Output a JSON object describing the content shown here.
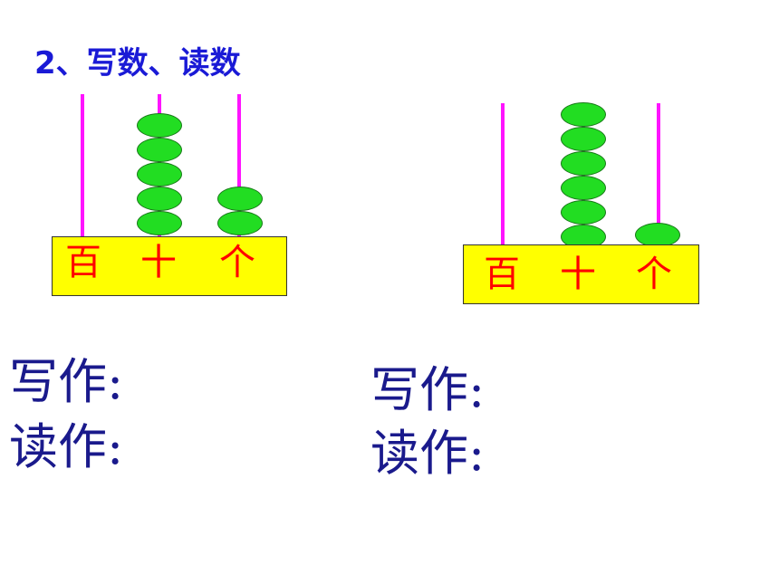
{
  "title": "2、写数、读数",
  "colors": {
    "title": "#1a1ad6",
    "rod": "#ff14ff",
    "bead": "#22dd22",
    "base": "#ffff00",
    "place_label": "#ff0000",
    "answer_text": "#1a1a8c"
  },
  "abacus_1": {
    "places": [
      "百",
      "十",
      "个"
    ],
    "beads": {
      "hundreds": 0,
      "tens": 5,
      "ones": 2
    }
  },
  "abacus_2": {
    "places": [
      "百",
      "十",
      "个"
    ],
    "beads": {
      "hundreds": 0,
      "tens": 6,
      "ones": 1
    }
  },
  "answers": {
    "write_label": "写作:",
    "read_label": "读作:"
  }
}
